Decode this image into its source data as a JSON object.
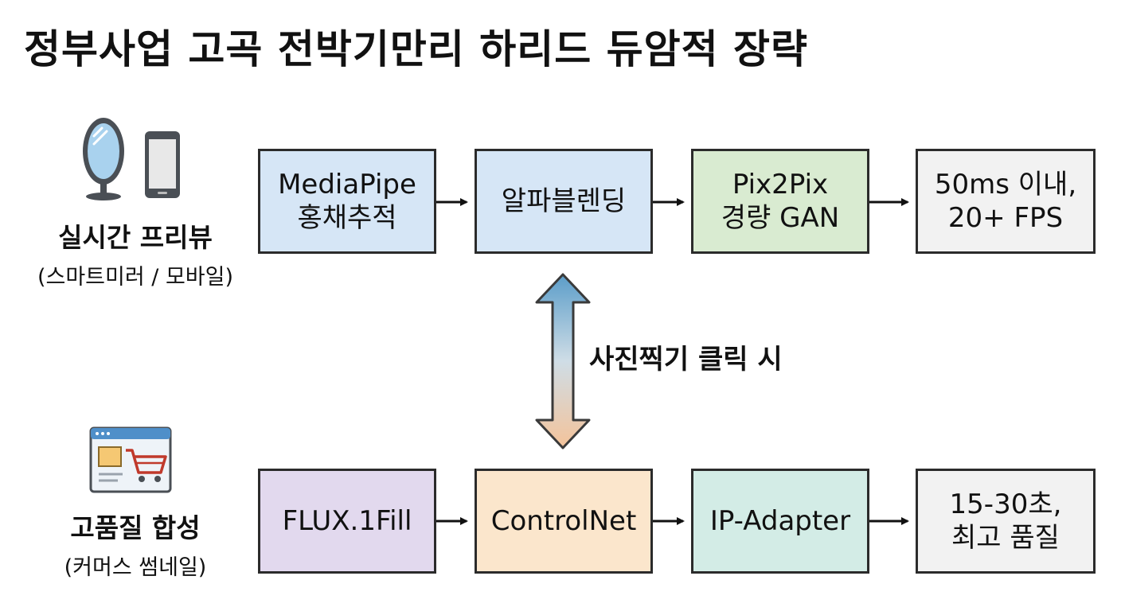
{
  "title": "정부사업 고곡 전박기만리 하리드 듀암적 장략",
  "realtime": {
    "label": "실시간 프리뷰",
    "sublabel": "(스마트미러 / 모바일)",
    "icons": [
      "mirror-icon",
      "smartphone-icon"
    ],
    "steps": [
      {
        "lines": [
          "MediaPipe",
          "홍채추적"
        ],
        "color": "#d6e6f6"
      },
      {
        "lines": [
          "알파블렌딩"
        ],
        "color": "#d6e6f6"
      },
      {
        "lines": [
          "Pix2Pix",
          "경량 GAN"
        ],
        "color": "#d9ebd1"
      },
      {
        "lines": [
          "50ms 이내,",
          "20+ FPS"
        ],
        "color": "#f2f2f2"
      }
    ]
  },
  "trigger_label": "사진찍기 클릭 시",
  "quality": {
    "label": "고품질 합성",
    "sublabel": "(커머스 썸네일)",
    "icons": [
      "shopping-cart-window-icon"
    ],
    "steps": [
      {
        "lines": [
          "FLUX.1Fill"
        ],
        "color": "#e2d9ee"
      },
      {
        "lines": [
          "ControlNet"
        ],
        "color": "#fbe6cc"
      },
      {
        "lines": [
          "IP-Adapter"
        ],
        "color": "#d3ece6"
      },
      {
        "lines": [
          "15-30초,",
          "최고 품질"
        ],
        "color": "#f2f2f2"
      }
    ]
  }
}
